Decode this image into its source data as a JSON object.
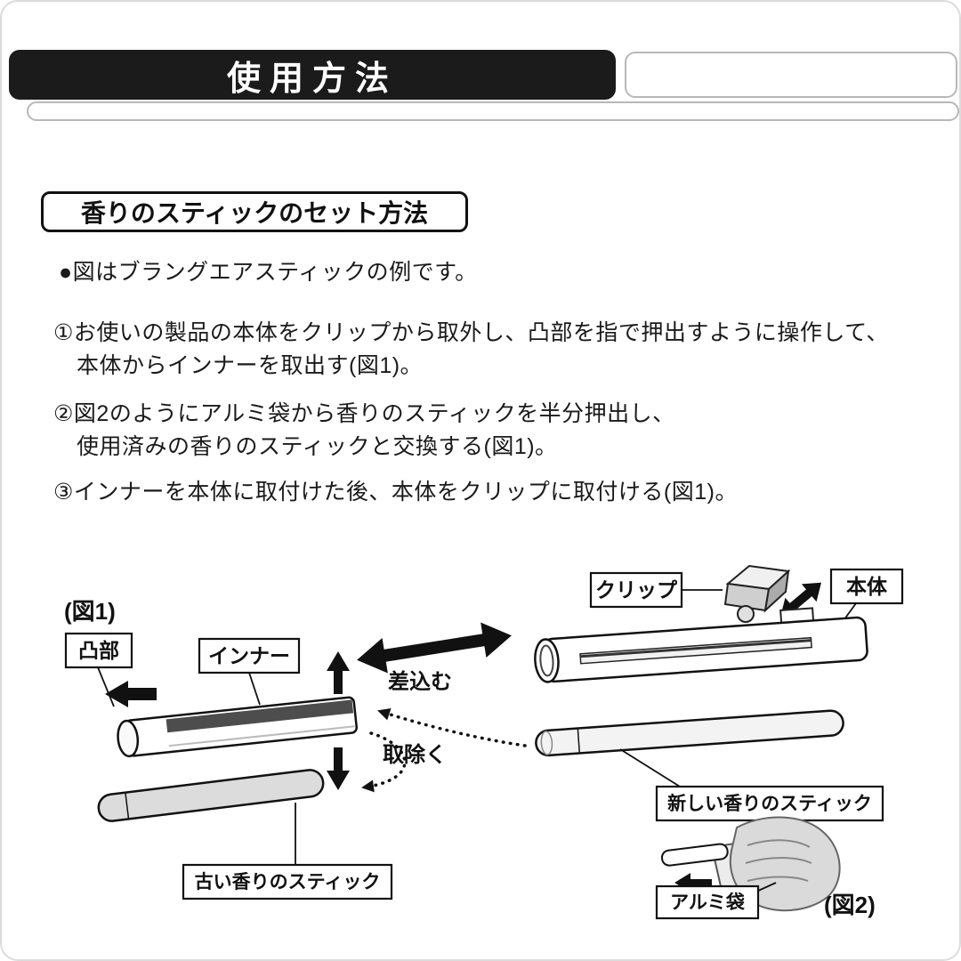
{
  "page": {
    "header_title": "使用方法",
    "section_title": "香りのスティックのセット方法",
    "intro": "●図はブラングエアスティックの例です。",
    "steps": [
      {
        "line1": "①お使いの製品の本体をクリップから取外し、凸部を指で押出すように操作して、",
        "line2": "本体からインナーを取出す(図1)。"
      },
      {
        "line1": "②図2のようにアルミ袋から香りのスティックを半分押出し、",
        "line2": "使用済みの香りのスティックと交換する(図1)。"
      },
      {
        "line1": "③インナーを本体に取付けた後、本体をクリップに取付ける(図1)。",
        "line2": ""
      }
    ]
  },
  "diagram": {
    "fig1": "(図1)",
    "fig2": "(図2)",
    "tobu": "凸部",
    "inner": "インナー",
    "old_stick": "古い香りのスティック",
    "sashikomu": "差込む",
    "torinozoku": "取除く",
    "clip": "クリップ",
    "body": "本体",
    "new_stick": "新しい香りのスティック",
    "aluminum_bag": "アルミ袋"
  },
  "colors": {
    "header_bg": "#1b1b1b",
    "text": "#1a1a1a",
    "line": "#111111",
    "stick_fill": "#dcdcdc",
    "slot_fill": "#4d4d4d"
  }
}
